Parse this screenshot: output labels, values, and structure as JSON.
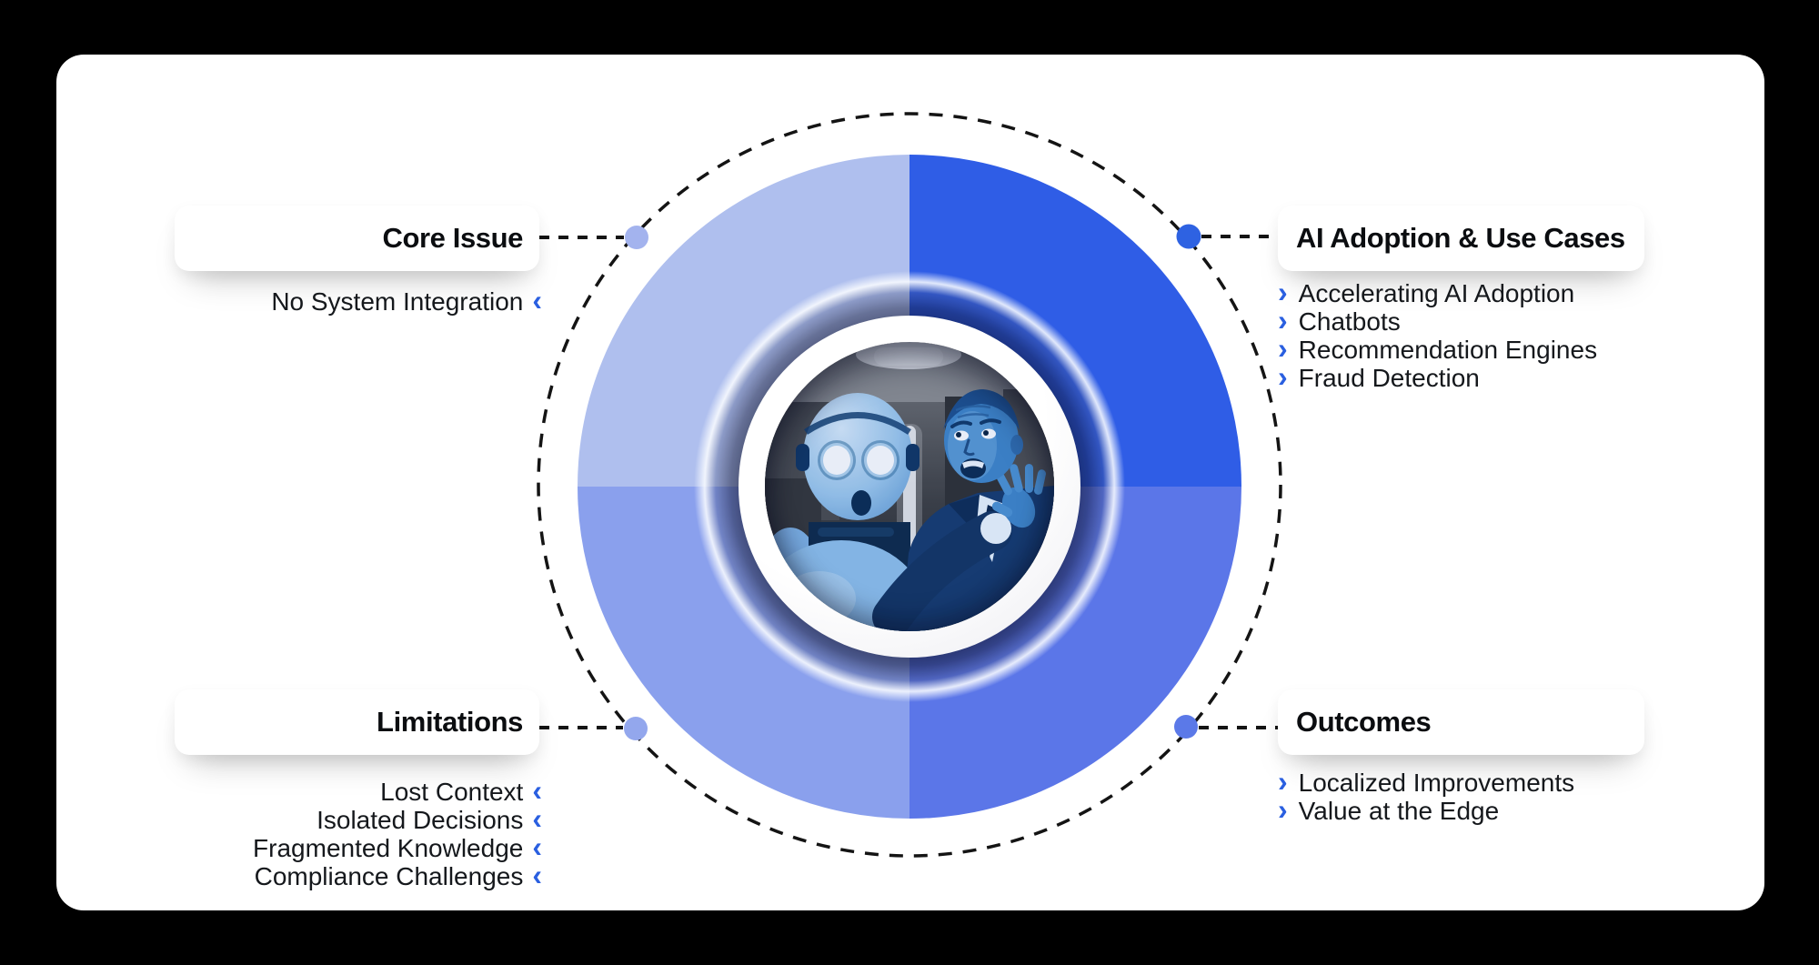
{
  "page": {
    "background": "#000000",
    "canvas_background": "#ffffff"
  },
  "icons": {
    "chevron_left": "‹",
    "chevron_right": "›"
  },
  "colors": {
    "chevron": "#2a5fe0",
    "dashed_line": "#141414",
    "quadrant_top_left": "#afbfee",
    "quadrant_top_right": "#2f5de6",
    "quadrant_bottom_right": "#5b76e8",
    "quadrant_bottom_left": "#8aa0ed",
    "dot_top_left": "#a3b3ee",
    "dot_top_right": "#2e62e2",
    "dot_bottom_left": "#93a7ed",
    "dot_bottom_right": "#5b79e8"
  },
  "nodes": {
    "core_issue": {
      "title": "Core Issue",
      "items": [
        "No System Integration"
      ]
    },
    "ai_adoption": {
      "title": "AI Adoption & Use Cases",
      "items": [
        "Accelerating AI Adoption",
        "Chatbots",
        "Recommendation Engines",
        "Fraud Detection"
      ]
    },
    "limitations": {
      "title": "Limitations",
      "items": [
        "Lost Context",
        "Isolated Decisions",
        "Fragmented Knowledge",
        "Compliance Challenges"
      ]
    },
    "outcomes": {
      "title": "Outcomes",
      "items": [
        "Localized Improvements",
        "Value at the Edge"
      ]
    }
  }
}
